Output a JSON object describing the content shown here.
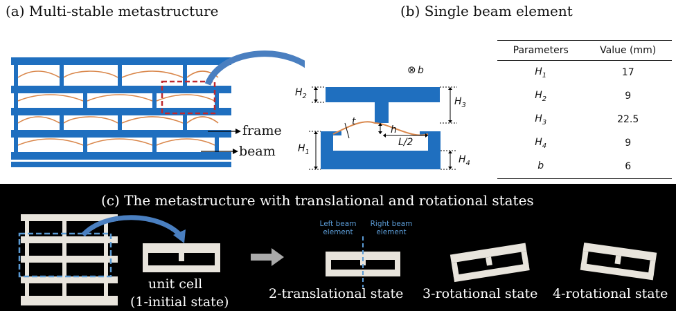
{
  "panel_a": {
    "title": "(a) Multi-stable metastructure",
    "frame_label": "frame",
    "beam_label": "beam"
  },
  "panel_b": {
    "title": "(b) Single beam element",
    "b_symbol": "⊗",
    "b_label": "b",
    "dims": {
      "H1": "H",
      "H1_sub": "1",
      "H2": "H",
      "H2_sub": "2",
      "H3": "H",
      "H3_sub": "3",
      "H4": "H",
      "H4_sub": "4",
      "t": "t",
      "h": "h",
      "L2": "L/2"
    }
  },
  "table": {
    "headers": [
      "Parameters",
      "Value (mm)"
    ],
    "rows": [
      {
        "param": "H",
        "sub": "1",
        "value": "17"
      },
      {
        "param": "H",
        "sub": "2",
        "value": "9"
      },
      {
        "param": "H",
        "sub": "3",
        "value": "22.5"
      },
      {
        "param": "H",
        "sub": "4",
        "value": "9"
      },
      {
        "param": "b",
        "sub": "",
        "value": "6"
      }
    ]
  },
  "panel_c": {
    "title": "(c) The metastructure with translational and rotational states",
    "left_beam": "Left beam",
    "left_beam2": "element",
    "right_beam": "Right beam",
    "right_beam2": "element",
    "unit_cell": "unit cell",
    "initial_state": "(1-initial state)",
    "state2": "2-translational state",
    "state3": "3-rotational state",
    "state4": "4-rotational state"
  },
  "colors": {
    "frame_blue": "#1f6fbf",
    "beam_orange": "#d9864a",
    "highlight_red": "#c0282d",
    "dash_blue": "#5b9bd5"
  }
}
